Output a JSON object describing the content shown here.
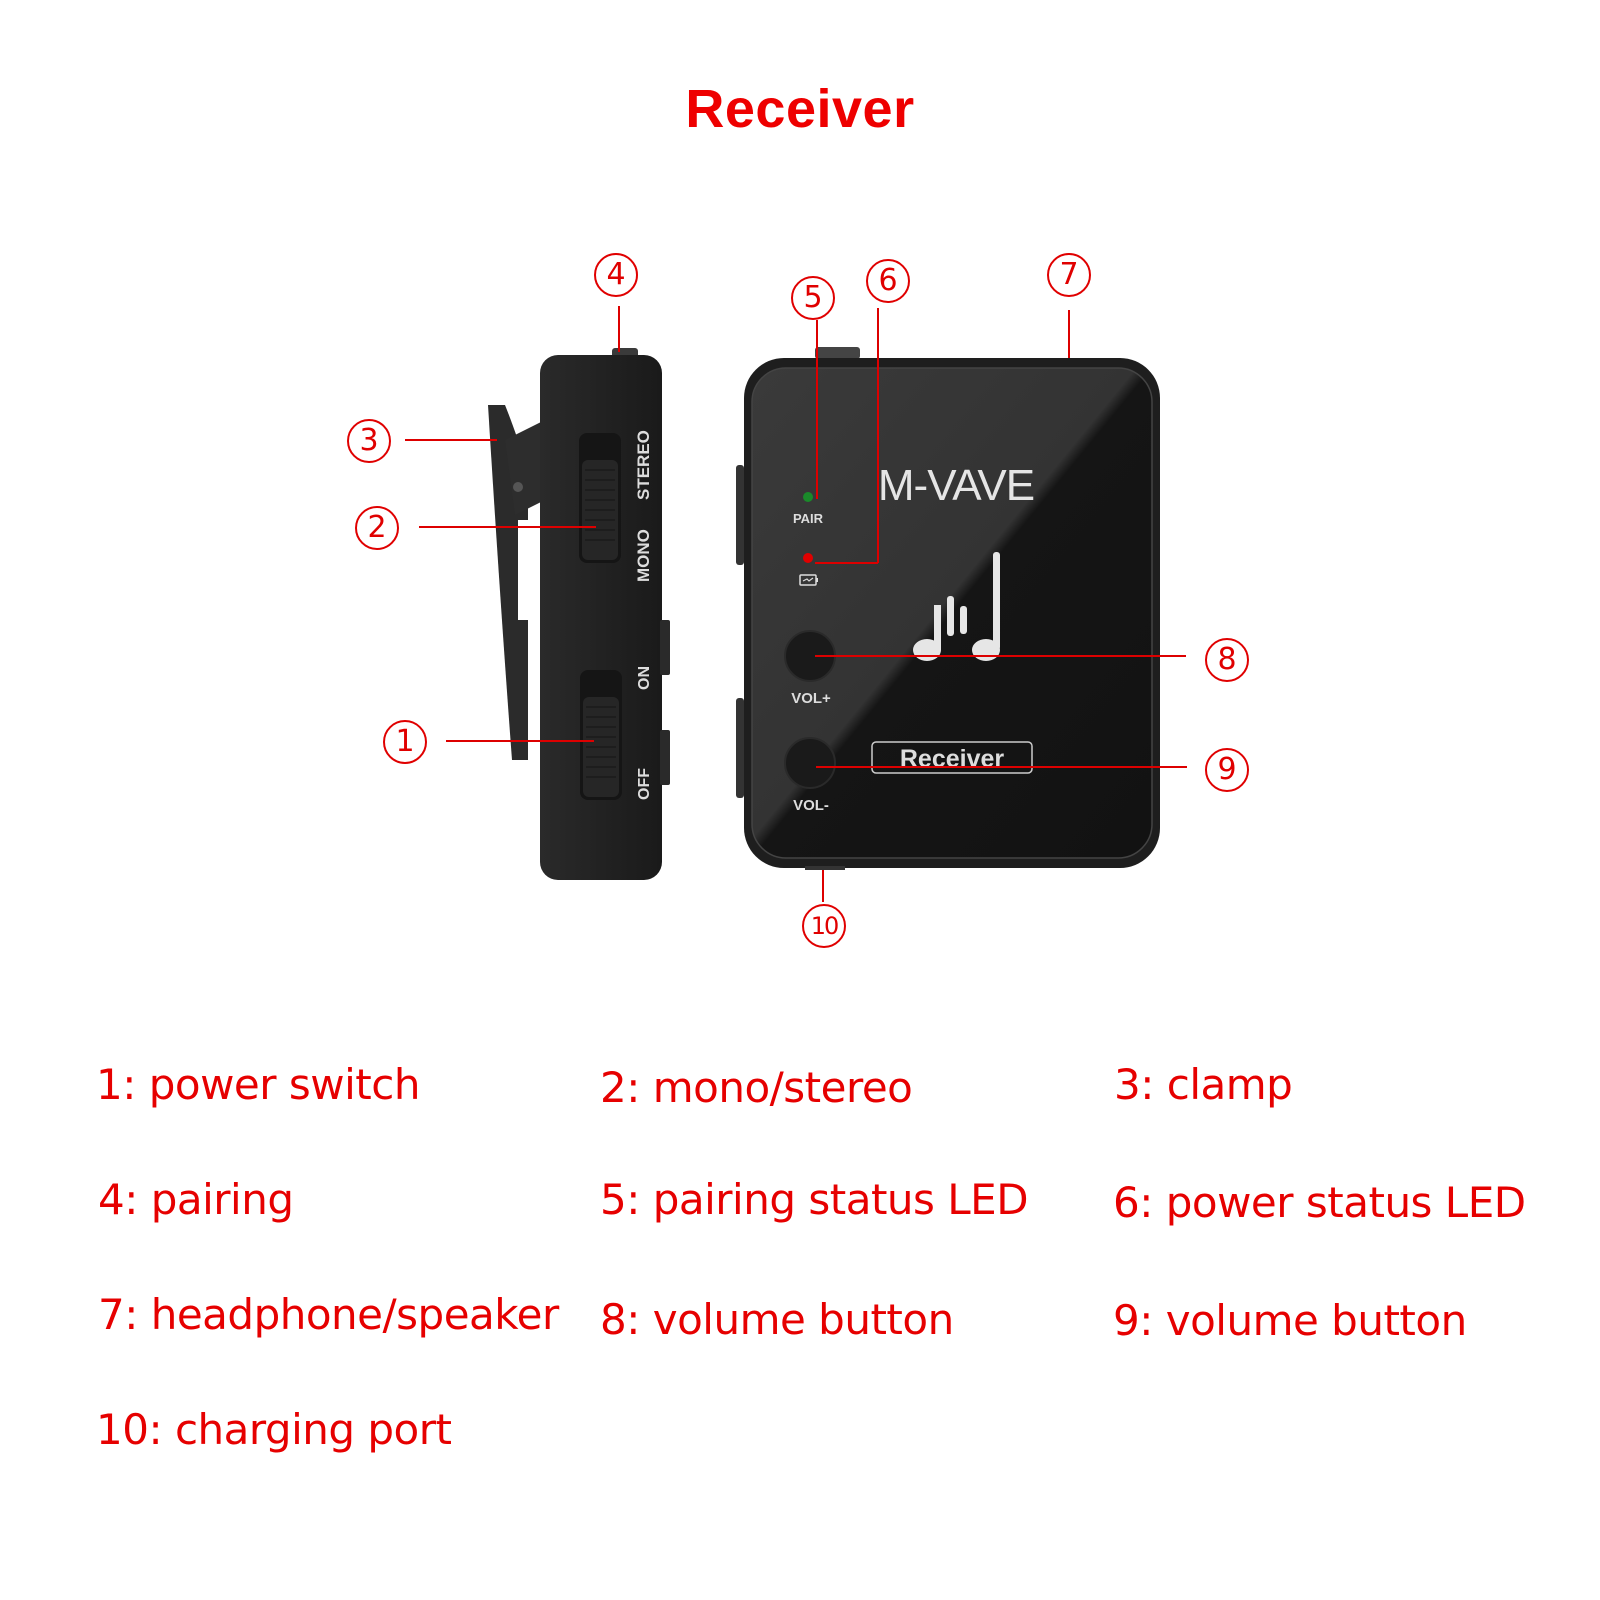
{
  "title": "Receiver",
  "colors": {
    "accent": "#e60000",
    "device_body": "#1e1e1e",
    "pair_led": "#1a8a2a",
    "power_led": "#e00000"
  },
  "device": {
    "side_view": {
      "switch_top_labels": [
        "STEREO",
        "MONO"
      ],
      "switch_bottom_labels": [
        "ON",
        "OFF"
      ]
    },
    "front_view": {
      "brand": "M-VAVE",
      "pair_label": "PAIR",
      "battery_icon": "battery-charging-icon",
      "logo_icon": "music-notes-icon",
      "vol_up_label": "VOL+",
      "vol_down_label": "VOL-",
      "model_badge": "Receiver"
    }
  },
  "callouts": [
    "1",
    "2",
    "3",
    "4",
    "5",
    "6",
    "7",
    "8",
    "9",
    "10"
  ],
  "legend": [
    {
      "number": "1",
      "text": "1: power switch"
    },
    {
      "number": "2",
      "text": "2: mono/stereo"
    },
    {
      "number": "3",
      "text": "3: clamp"
    },
    {
      "number": "4",
      "text": "4: pairing"
    },
    {
      "number": "5",
      "text": "5: pairing status LED"
    },
    {
      "number": "6",
      "text": "6: power status LED"
    },
    {
      "number": "7",
      "text": "7: headphone/speaker"
    },
    {
      "number": "8",
      "text": "8: volume button"
    },
    {
      "number": "9",
      "text": "9: volume button"
    },
    {
      "number": "10",
      "text": "10: charging port"
    }
  ]
}
